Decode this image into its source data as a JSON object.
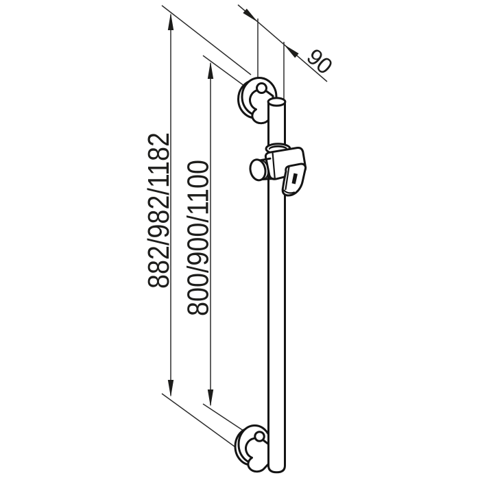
{
  "drawing": {
    "background_color": "#ffffff",
    "line_color": "#1d1d1b",
    "dimensions": {
      "overall_length_label": "882/982/1182",
      "fixing_centers_label": "800/900/1100",
      "wall_offset_label": "90"
    }
  }
}
